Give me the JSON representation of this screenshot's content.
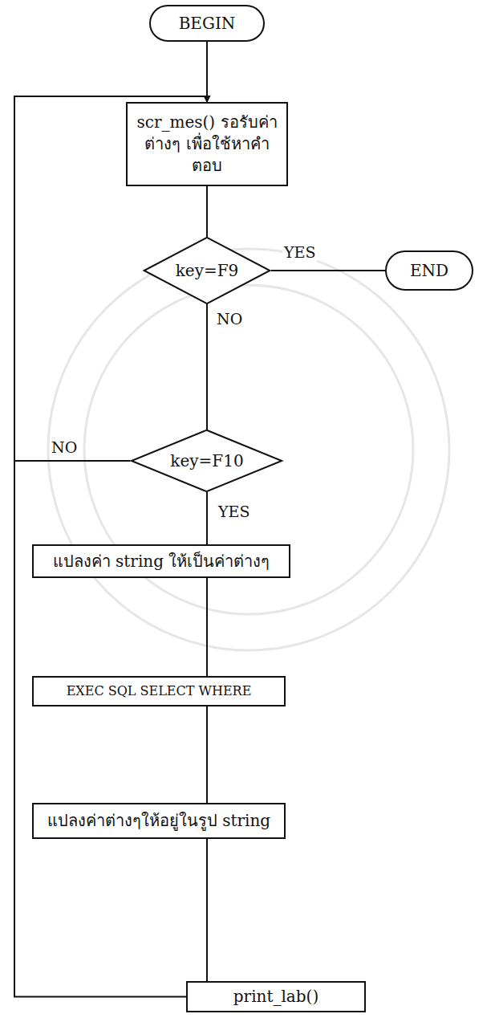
{
  "diagram": {
    "nodes": [
      {
        "text": [
          "BEGIN"
        ]
      },
      {
        "text": [
          "scr_mes() รอรับค่าต่างๆ เพื่อใช้หาคำตอบ"
        ]
      },
      {
        "text": [
          "key=F9"
        ]
      },
      {
        "text": [
          "END"
        ]
      },
      {
        "text": [
          "key=F10"
        ]
      },
      {
        "text": [
          "แปลงค่า string ให้เป็นค่าต่างๆ"
        ]
      },
      {
        "text": [
          "EXEC SQL SELECT WHERE"
        ]
      },
      {
        "text": [
          "แปลงค่าต่างๆให้อยู่ในรูป string"
        ]
      },
      {
        "text": [
          "print_lab()"
        ]
      }
    ],
    "edges": [
      {
        "from": 0,
        "to": 1,
        "arrow": "none"
      },
      {
        "from": 1,
        "to": 2,
        "arrow": "none"
      },
      {
        "from": 2,
        "to": 3,
        "label": "YES",
        "arrow": "none"
      },
      {
        "from": 2,
        "to": 4,
        "label": "NO",
        "arrow": "none"
      },
      {
        "from": 4,
        "to": 1,
        "label": "NO",
        "arrow": "to"
      },
      {
        "from": 4,
        "to": 5,
        "label": "YES",
        "arrow": "none"
      },
      {
        "from": 5,
        "to": 6,
        "arrow": "none"
      },
      {
        "from": 6,
        "to": 7,
        "arrow": "none"
      },
      {
        "from": 7,
        "to": 8,
        "arrow": "none"
      },
      {
        "from": 8,
        "to": 1,
        "arrow": "to"
      }
    ]
  }
}
